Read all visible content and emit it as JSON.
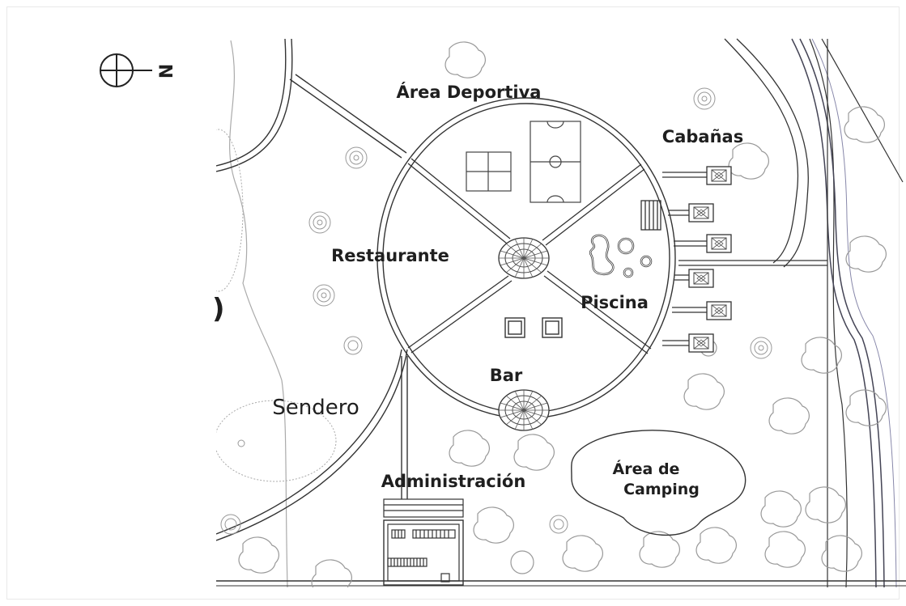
{
  "labels": {
    "area_deportiva": "Área Deportiva",
    "cabanas": "Cabañas",
    "restaurante": "Restaurante",
    "piscina": "Piscina",
    "bar": "Bar",
    "sendero": "Sendero",
    "administracion": "Administración",
    "area_de": "Área de",
    "camping": "Camping"
  },
  "compass": {
    "north_letter": "N"
  },
  "fragment_glyph": ")"
}
